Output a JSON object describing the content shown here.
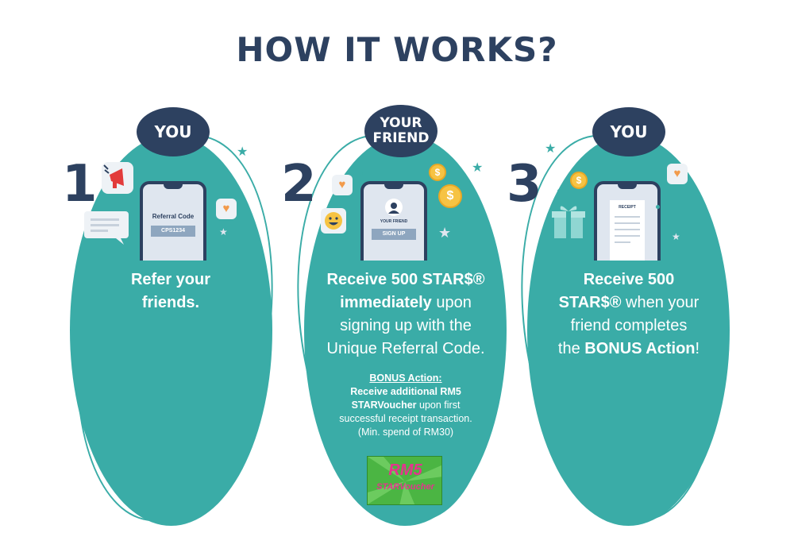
{
  "header": {
    "title": "HOW IT WORKS?"
  },
  "steps": [
    {
      "number": "1",
      "badge": "YOU",
      "phone": {
        "label": "Referral Code",
        "field": "CPS1234"
      },
      "text": {
        "bold": "Refer your friends."
      }
    },
    {
      "number": "2",
      "badge_line1": "YOUR",
      "badge_line2": "FRIEND",
      "phone": {
        "label": "YOUR FRIEND",
        "button": "SIGN UP"
      },
      "text": {
        "line1": "Receive 500 STAR$®",
        "line2_bold": "immediately",
        "line2_rest": " upon",
        "line3": "signing up with the",
        "line4": "Unique Referral Code."
      },
      "bonus": {
        "heading": "BONUS Action:",
        "line1": "Receive additional RM5",
        "line2_bold": "STARVoucher",
        "line2_rest": " upon first",
        "line3": "successful receipt transaction.",
        "line4": "(Min. spend of RM30)"
      },
      "voucher": {
        "amount": "RM5",
        "name": "STARVoucher"
      }
    },
    {
      "number": "3",
      "badge": "YOU",
      "phone": {
        "label": "RECEIPT"
      },
      "text": {
        "line1": "Receive 500",
        "line2_bold": "STAR$®",
        "line2_rest": " when your",
        "line3": "friend completes",
        "line4_pre": "the ",
        "line4_bold": "BONUS Action",
        "line4_post": "!"
      }
    }
  ],
  "colors": {
    "navy": "#2d4160",
    "teal": "#3aaca7",
    "orange": "#f29b4c",
    "gold": "#f6c343"
  },
  "icons": [
    "megaphone-icon",
    "chat-bubble-icon",
    "heart-icon",
    "star-icon",
    "coin-icon",
    "smiley-icon",
    "avatar-icon",
    "gift-icon",
    "receipt-icon"
  ]
}
